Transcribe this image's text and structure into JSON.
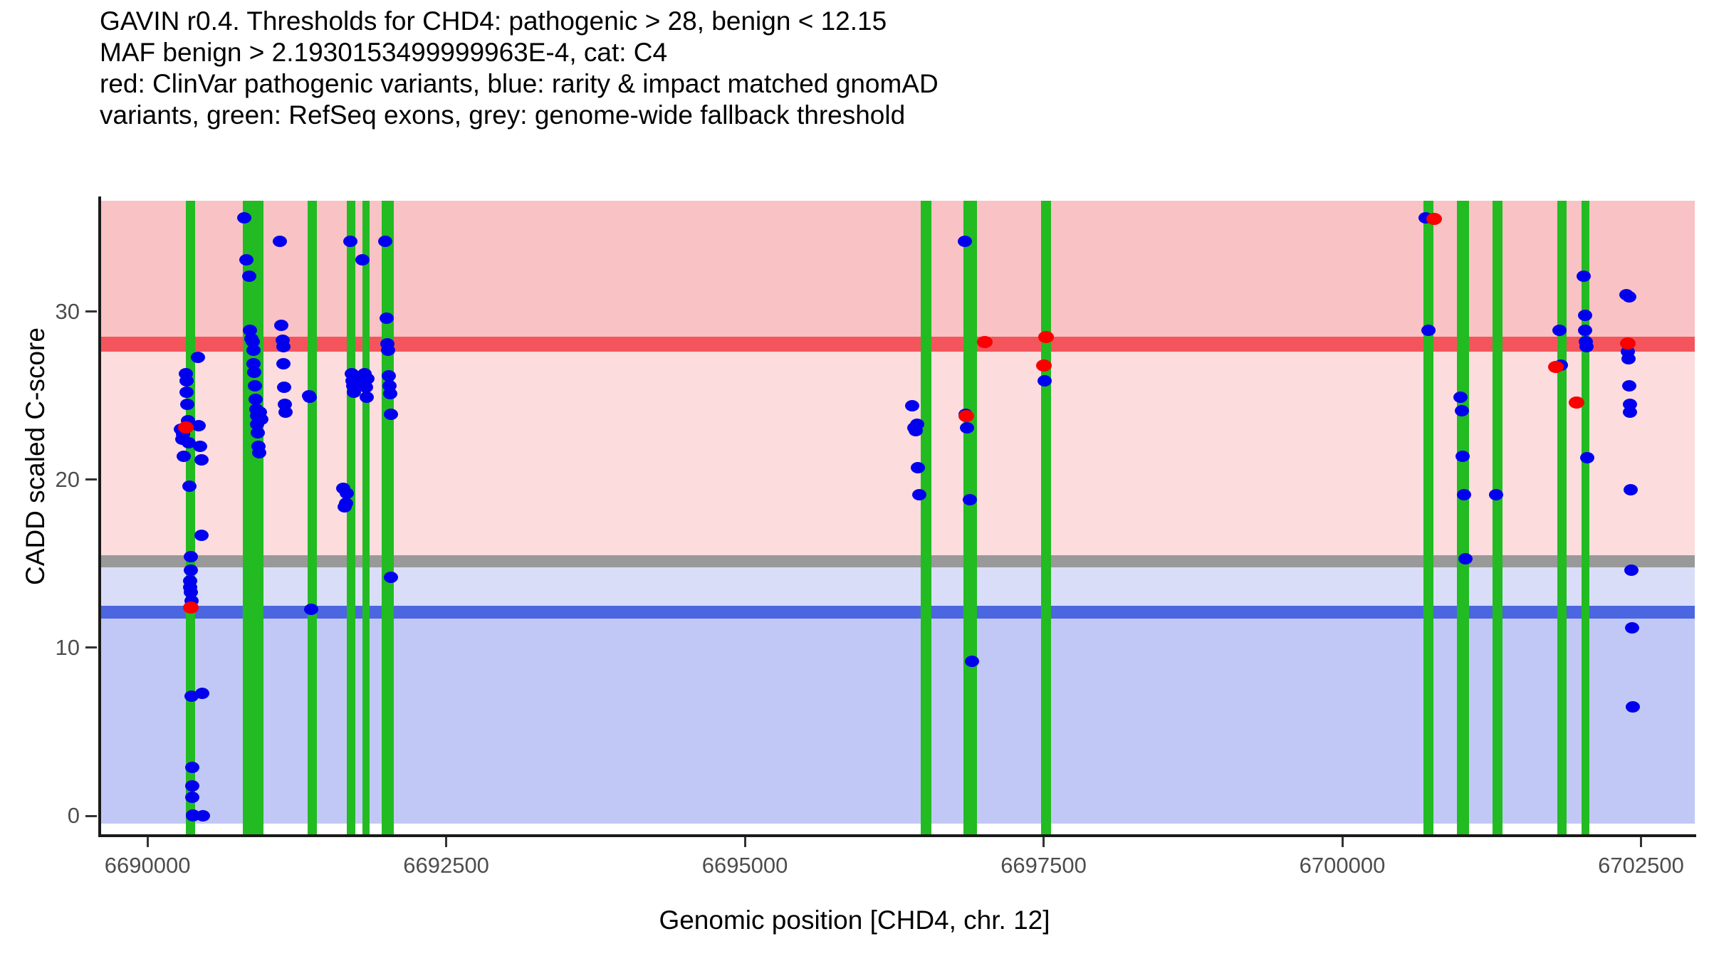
{
  "title": {
    "lines": [
      "GAVIN r0.4. Thresholds for CHD4: pathogenic > 28, benign < 12.15",
      "MAF benign > 2.1930153499999963E-4, cat: C4",
      "red: ClinVar pathogenic variants, blue: rarity & impact matched gnomAD",
      "variants, green: RefSeq exons, grey: genome-wide fallback threshold"
    ]
  },
  "legend_semantics": {
    "red": "ClinVar pathogenic variants",
    "blue": "rarity & impact matched gnomAD variants",
    "green": "RefSeq exons",
    "grey": "genome-wide fallback threshold"
  },
  "colors": {
    "pathogenic_line": "#f4555c",
    "pathogenic_band_upper": "#f9c2c4",
    "pathogenic_band_lower": "#fcdcdd",
    "benign_line": "#4b66e0",
    "benign_band_lower": "#c2c8f5",
    "benign_band_upper": "#d9ddf8",
    "fallback_line": "#999999",
    "exon": "#22bb22",
    "point_blue": "#0000ee",
    "point_red": "#fa0000",
    "axis": "#1a1a1a",
    "tick_text": "#4d4d4d"
  },
  "chart_data": {
    "type": "scatter",
    "title": "GAVIN r0.4. Thresholds for CHD4: pathogenic > 28, benign < 12.15",
    "xlabel": "Genomic position [CHD4, chr. 12]",
    "ylabel": "CADD scaled C-score",
    "gene": "CHD4",
    "chromosome": "12",
    "gavin_version": "r0.4",
    "category": "C4",
    "pathogenic_threshold": 28,
    "benign_threshold": 12.15,
    "maf_benign_threshold": "2.1930153499999963E-4",
    "fallback_threshold": 15.15,
    "grid": false,
    "legend_position": "none",
    "xlim": [
      6689600,
      6702950
    ],
    "ylim": [
      -1.1,
      36.6
    ],
    "xticks": [
      6690000,
      6692500,
      6695000,
      6697500,
      6700000,
      6702500
    ],
    "xtick_labels": [
      "6690000",
      "6692500",
      "6695000",
      "6697500",
      "6700000",
      "6702500"
    ],
    "yticks": [
      0,
      10,
      20,
      30
    ],
    "ytick_labels": [
      "0",
      "10",
      "20",
      "30"
    ],
    "bands": [
      {
        "name": "pathogenic-upper-band",
        "color": "#f9c2c4",
        "y_from": 28.5,
        "y_to": 36.6
      },
      {
        "name": "pathogenic-threshold-line",
        "color": "#f4555c",
        "y_from": 27.6,
        "y_to": 28.5
      },
      {
        "name": "uncertain-band",
        "color": "#fcdcdd",
        "y_from": 15.5,
        "y_to": 27.6
      },
      {
        "name": "fallback-threshold-line",
        "color": "#999999",
        "y_from": 14.8,
        "y_to": 15.5
      },
      {
        "name": "benign-upper-band",
        "color": "#d9ddf8",
        "y_from": 12.5,
        "y_to": 14.8
      },
      {
        "name": "benign-threshold-line",
        "color": "#4b66e0",
        "y_from": 11.75,
        "y_to": 12.5
      },
      {
        "name": "benign-lower-band",
        "color": "#c2c8f5",
        "y_from": -0.45,
        "y_to": 11.75
      }
    ],
    "exons": [
      {
        "start": 6690320,
        "end": 6690400
      },
      {
        "start": 6690800,
        "end": 6690970
      },
      {
        "start": 6691340,
        "end": 6691420
      },
      {
        "start": 6691670,
        "end": 6691740
      },
      {
        "start": 6691800,
        "end": 6691860
      },
      {
        "start": 6691960,
        "end": 6692060
      },
      {
        "start": 6696470,
        "end": 6696560
      },
      {
        "start": 6696830,
        "end": 6696940
      },
      {
        "start": 6697480,
        "end": 6697560
      },
      {
        "start": 6700680,
        "end": 6700760
      },
      {
        "start": 6700960,
        "end": 6701060
      },
      {
        "start": 6701260,
        "end": 6701340
      },
      {
        "start": 6701800,
        "end": 6701880
      },
      {
        "start": 6702000,
        "end": 6702070
      }
    ],
    "series": [
      {
        "name": "rarity & impact matched gnomAD variants",
        "color": "#0000ee",
        "marker": "circle",
        "points": [
          [
            6690280,
            23.0
          ],
          [
            6690290,
            22.4
          ],
          [
            6690300,
            22.7
          ],
          [
            6690305,
            21.4
          ],
          [
            6690320,
            26.3
          ],
          [
            6690325,
            25.9
          ],
          [
            6690330,
            25.2
          ],
          [
            6690335,
            24.5
          ],
          [
            6690340,
            23.5
          ],
          [
            6690345,
            22.2
          ],
          [
            6690350,
            19.6
          ],
          [
            6690355,
            14.0
          ],
          [
            6690358,
            13.6
          ],
          [
            6690360,
            13.3
          ],
          [
            6690362,
            15.4
          ],
          [
            6690364,
            14.6
          ],
          [
            6690368,
            12.8
          ],
          [
            6690370,
            7.1
          ],
          [
            6690372,
            2.9
          ],
          [
            6690374,
            1.8
          ],
          [
            6690376,
            1.1
          ],
          [
            6690378,
            0.0
          ],
          [
            6690380,
            0.05
          ],
          [
            6690420,
            27.3
          ],
          [
            6690430,
            23.2
          ],
          [
            6690440,
            22.0
          ],
          [
            6690450,
            21.2
          ],
          [
            6690455,
            16.7
          ],
          [
            6690460,
            7.3
          ],
          [
            6690465,
            0.0
          ],
          [
            6690810,
            35.6
          ],
          [
            6690830,
            33.1
          ],
          [
            6690850,
            32.1
          ],
          [
            6690860,
            28.9
          ],
          [
            6690870,
            28.4
          ],
          [
            6690880,
            28.2
          ],
          [
            6690885,
            27.7
          ],
          [
            6690890,
            26.9
          ],
          [
            6690895,
            26.4
          ],
          [
            6690900,
            25.6
          ],
          [
            6690905,
            24.8
          ],
          [
            6690910,
            24.2
          ],
          [
            6690915,
            23.8
          ],
          [
            6690920,
            23.3
          ],
          [
            6690925,
            22.8
          ],
          [
            6690930,
            22.0
          ],
          [
            6690935,
            21.6
          ],
          [
            6690940,
            24.0
          ],
          [
            6690950,
            23.6
          ],
          [
            6691110,
            34.2
          ],
          [
            6691120,
            29.2
          ],
          [
            6691130,
            28.3
          ],
          [
            6691135,
            27.9
          ],
          [
            6691140,
            26.9
          ],
          [
            6691145,
            25.5
          ],
          [
            6691150,
            24.5
          ],
          [
            6691155,
            24.0
          ],
          [
            6691350,
            25.0
          ],
          [
            6691360,
            24.9
          ],
          [
            6691370,
            12.3
          ],
          [
            6691640,
            19.5
          ],
          [
            6691650,
            18.4
          ],
          [
            6691660,
            18.6
          ],
          [
            6691670,
            19.2
          ],
          [
            6691700,
            34.2
          ],
          [
            6691710,
            26.3
          ],
          [
            6691715,
            25.9
          ],
          [
            6691720,
            25.6
          ],
          [
            6691725,
            26.1
          ],
          [
            6691730,
            25.2
          ],
          [
            6691800,
            33.1
          ],
          [
            6691820,
            26.3
          ],
          [
            6691825,
            25.9
          ],
          [
            6691830,
            25.5
          ],
          [
            6691835,
            24.9
          ],
          [
            6691840,
            26.0
          ],
          [
            6691990,
            34.2
          ],
          [
            6692000,
            29.6
          ],
          [
            6692010,
            28.1
          ],
          [
            6692015,
            27.7
          ],
          [
            6692020,
            26.2
          ],
          [
            6692025,
            25.6
          ],
          [
            6692030,
            25.1
          ],
          [
            6692035,
            23.9
          ],
          [
            6692040,
            14.2
          ],
          [
            6696400,
            24.4
          ],
          [
            6696420,
            23.1
          ],
          [
            6696430,
            22.9
          ],
          [
            6696440,
            23.3
          ],
          [
            6696450,
            20.7
          ],
          [
            6696460,
            19.1
          ],
          [
            6696840,
            34.2
          ],
          [
            6696850,
            23.9
          ],
          [
            6696860,
            23.1
          ],
          [
            6696880,
            18.8
          ],
          [
            6696900,
            9.2
          ],
          [
            6697510,
            25.9
          ],
          [
            6700700,
            35.6
          ],
          [
            6700720,
            28.9
          ],
          [
            6700990,
            24.9
          ],
          [
            6701000,
            24.1
          ],
          [
            6701010,
            21.4
          ],
          [
            6701020,
            19.1
          ],
          [
            6701030,
            15.3
          ],
          [
            6701290,
            19.1
          ],
          [
            6701820,
            28.9
          ],
          [
            6701830,
            26.8
          ],
          [
            6702020,
            32.1
          ],
          [
            6702030,
            29.8
          ],
          [
            6702035,
            28.9
          ],
          [
            6702040,
            28.2
          ],
          [
            6702045,
            27.9
          ],
          [
            6702050,
            21.3
          ],
          [
            6702380,
            31.0
          ],
          [
            6702400,
            30.9
          ],
          [
            6702390,
            27.6
          ],
          [
            6702395,
            27.2
          ],
          [
            6702400,
            25.6
          ],
          [
            6702405,
            24.5
          ],
          [
            6702410,
            24.0
          ],
          [
            6702415,
            19.4
          ],
          [
            6702420,
            14.6
          ],
          [
            6702425,
            11.2
          ],
          [
            6702430,
            6.5
          ]
        ]
      },
      {
        "name": "ClinVar pathogenic variants",
        "color": "#fa0000",
        "marker": "circle",
        "points": [
          [
            6690320,
            23.1
          ],
          [
            6690365,
            12.4
          ],
          [
            6696855,
            23.8
          ],
          [
            6697010,
            28.2
          ],
          [
            6697520,
            28.5
          ],
          [
            6697500,
            26.8
          ],
          [
            6700770,
            35.5
          ],
          [
            6701790,
            26.7
          ],
          [
            6701960,
            24.6
          ],
          [
            6702390,
            28.1
          ]
        ]
      }
    ]
  },
  "axes": {
    "x_label": "Genomic position [CHD4, chr. 12]",
    "y_label": "CADD scaled C-score"
  }
}
